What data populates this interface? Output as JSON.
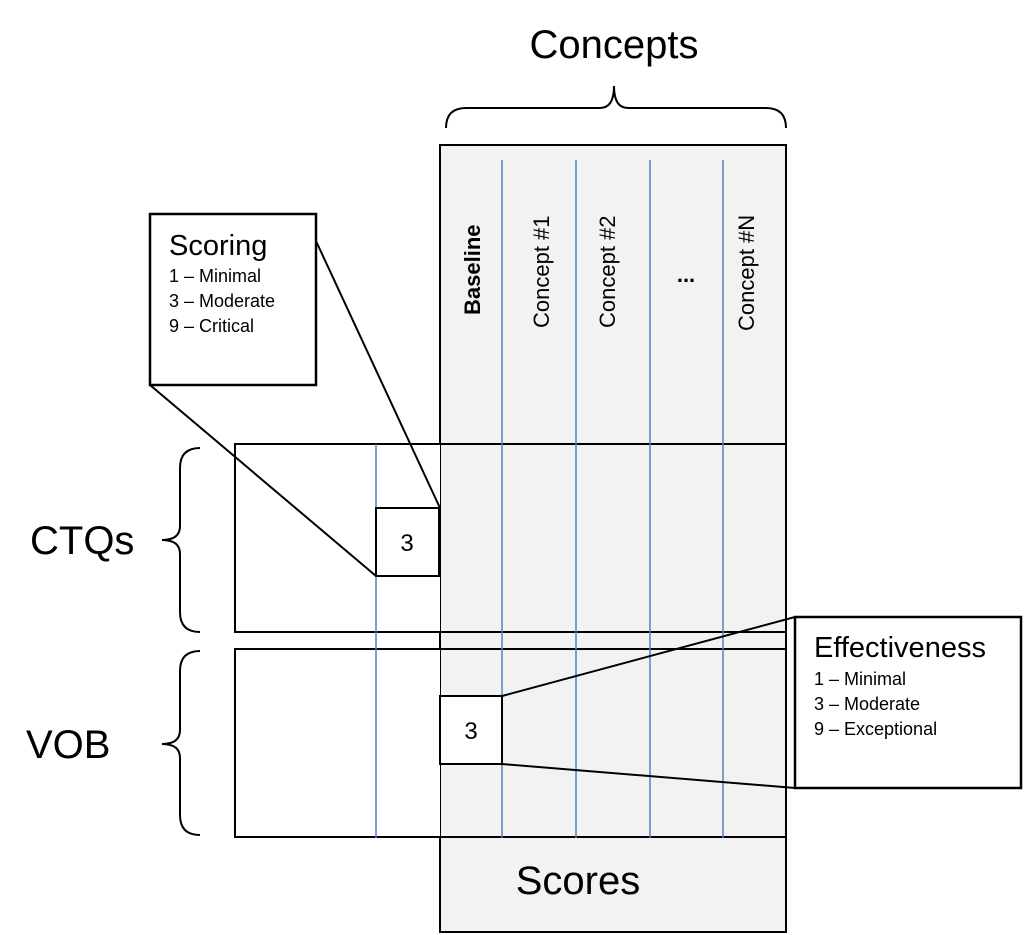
{
  "title": "Concepts",
  "columns": [
    "Baseline",
    "Concept #1",
    "Concept #2",
    "...",
    "Concept #N"
  ],
  "rows": {
    "ctqs": "CTQs",
    "vob": "VOB"
  },
  "scores_label": "Scores",
  "scoring_box": {
    "title": "Scoring",
    "items": [
      "1 – Minimal",
      "3 – Moderate",
      "9 – Critical"
    ]
  },
  "effectiveness_box": {
    "title": "Effectiveness",
    "items": [
      "1 – Minimal",
      "3 – Moderate",
      "9 – Exceptional"
    ]
  },
  "ctq_cell_value": "3",
  "vob_cell_value": "3",
  "colors": {
    "panel_fill": "#f2f2f2",
    "grid_line": "#4f81bd",
    "outline": "#000000"
  }
}
